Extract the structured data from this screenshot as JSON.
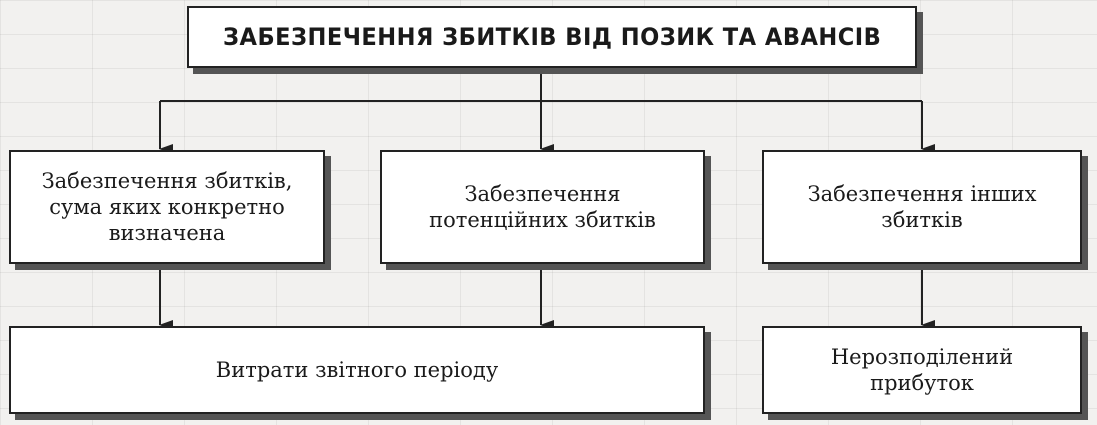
{
  "diagram": {
    "title": "ЗАБЕЗПЕЧЕННЯ ЗБИТКІВ ВІД ПОЗИК ТА АВАНСІВ",
    "categories": [
      {
        "label": "Забезпечення збитків,\nсума яких конкретно\nвизначена"
      },
      {
        "label": "Забезпечення\nпотенційних збитків"
      },
      {
        "label": "Забезпечення інших\nзбитків"
      }
    ],
    "results": [
      {
        "label": "Витрати звітного періоду"
      },
      {
        "label": "Нерозподілений\nприбуток"
      }
    ]
  }
}
